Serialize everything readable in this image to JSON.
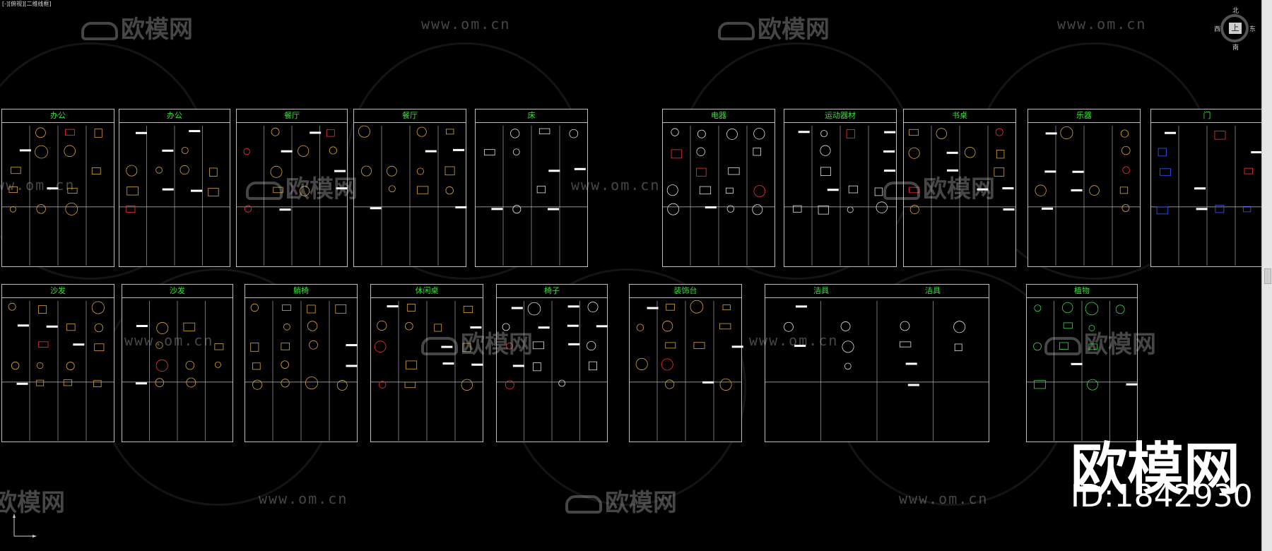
{
  "window": {
    "title": "[-][俯视][二维线框]"
  },
  "viewcube": {
    "face": "上",
    "north": "北",
    "south": "南",
    "east": "东",
    "west": "西"
  },
  "sheets": [
    {
      "title": "办公"
    },
    {
      "title": "办公"
    },
    {
      "title": "餐厅"
    },
    {
      "title": "餐厅"
    },
    {
      "title": "床"
    },
    {
      "title": "电器"
    },
    {
      "title": "运动器材"
    },
    {
      "title": "书桌"
    },
    {
      "title": "乐器"
    },
    {
      "title": "门"
    },
    {
      "title": "沙发"
    },
    {
      "title": "沙发"
    },
    {
      "title": "躺椅"
    },
    {
      "title": "休闲桌"
    },
    {
      "title": "椅子"
    },
    {
      "title": "装饰台"
    },
    {
      "title": "洁具"
    },
    {
      "title": "洁具"
    },
    {
      "title": "植物"
    }
  ],
  "watermark": {
    "logo_text": "欧模网",
    "url_text": "www.om.cn",
    "id_text": "ID:1842930"
  },
  "colors": {
    "background": "#000000",
    "header_text": "#35e035",
    "frame": "#bfbfbf"
  }
}
